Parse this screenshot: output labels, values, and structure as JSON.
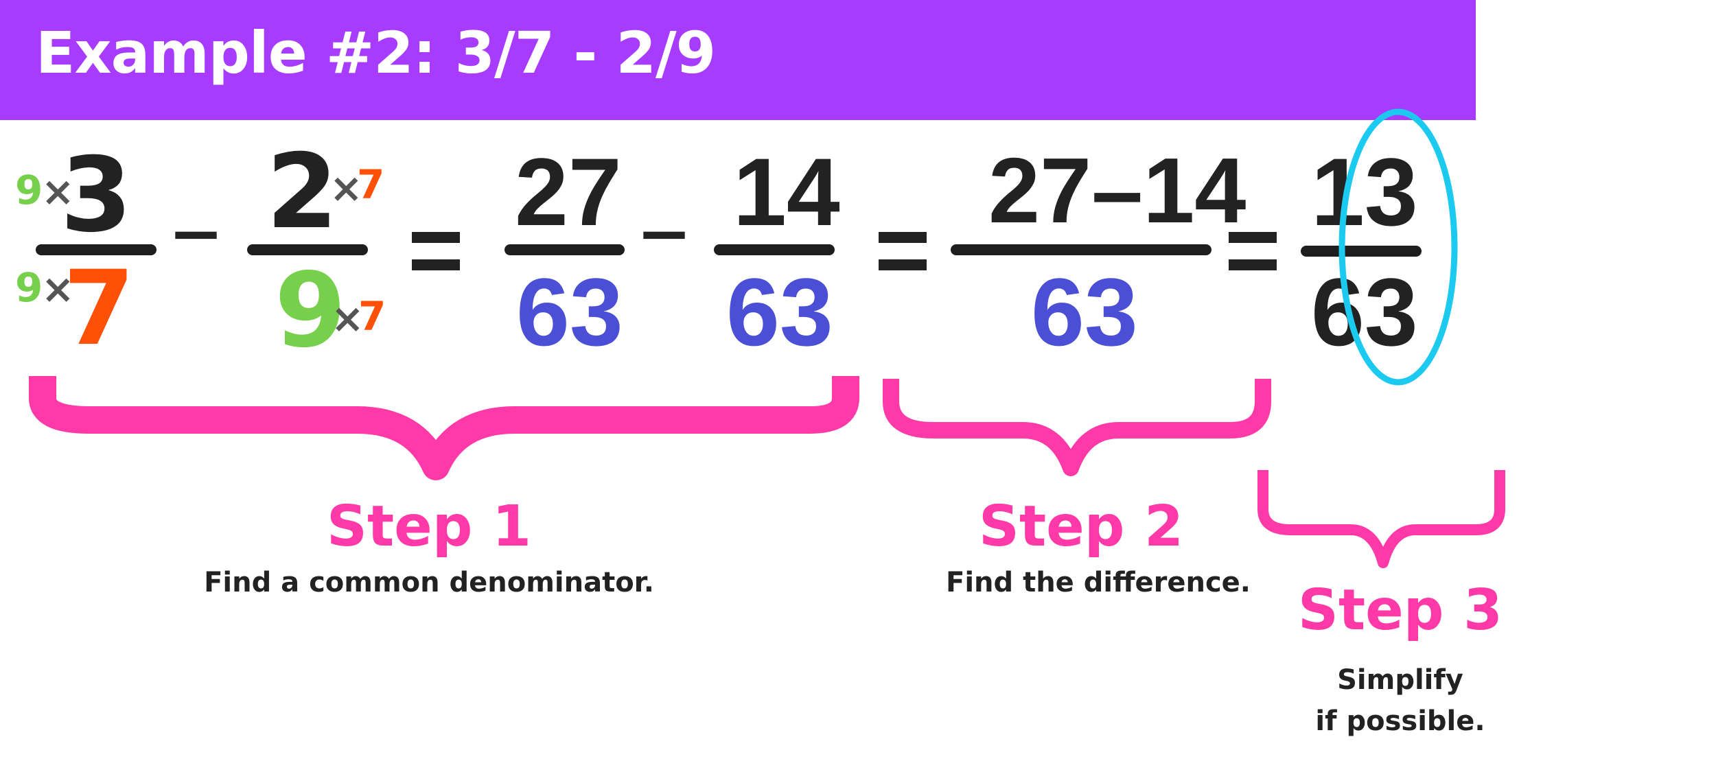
{
  "title": "Example #2: 3/7 - 2/9",
  "colors": {
    "banner": "#a73bff",
    "brace": "#ff3aa8",
    "circle": "#1ccaf0",
    "green": "#77d04c",
    "orange": "#ff5008",
    "blue": "#4a4fd6"
  },
  "fraction1": {
    "numerator": "3",
    "denominator": "7",
    "mult_num": "9",
    "mult_den": "9",
    "times": "×"
  },
  "minus": "–",
  "fraction2": {
    "numerator": "2",
    "denominator": "9",
    "mult_num": "7",
    "mult_den": "7",
    "times": "×"
  },
  "equals": "=",
  "fraction3": {
    "numerator": "27",
    "denominator": "63"
  },
  "fraction4": {
    "numerator": "14",
    "denominator": "63"
  },
  "fraction5": {
    "numerator": "27–14",
    "denominator": "63"
  },
  "fraction6": {
    "numerator": "13",
    "denominator": "63"
  },
  "steps": [
    {
      "label": "Step 1",
      "description": "Find a common denominator."
    },
    {
      "label": "Step 2",
      "description": "Find the difference."
    },
    {
      "label": "Step 3",
      "description_line1": "Simplify",
      "description_line2": "if possible."
    }
  ]
}
